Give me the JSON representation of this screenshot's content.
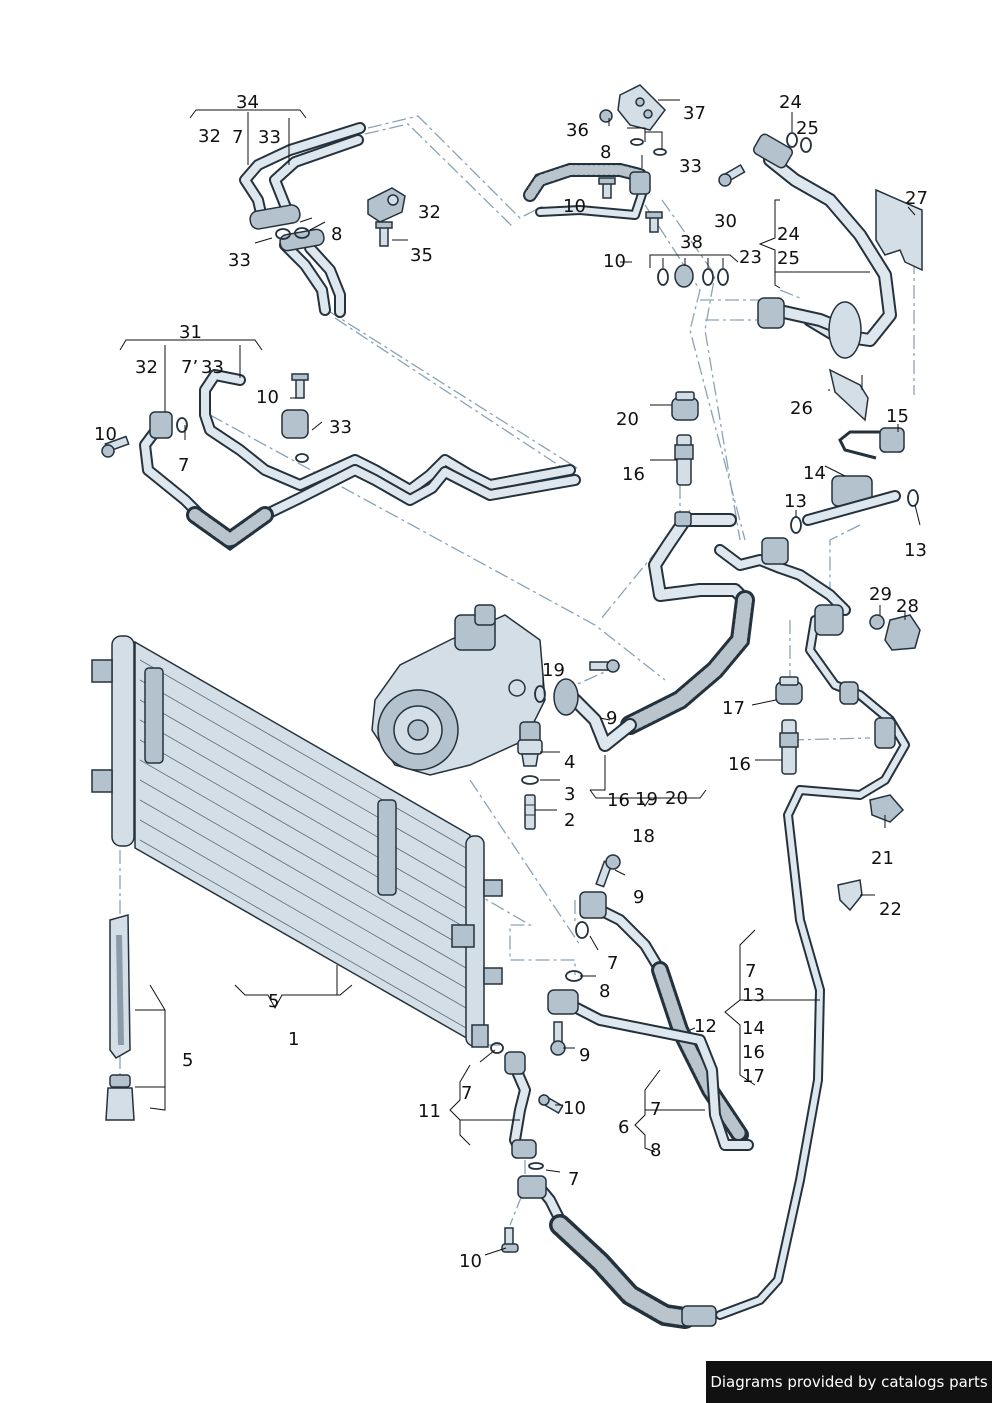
{
  "footer": {
    "text": "Diagrams provided by catalogs parts"
  },
  "labels": {
    "l34": "34",
    "l32a": "32",
    "l7a": "7",
    "l33a": "33",
    "l36": "36",
    "l37": "37",
    "l8a": "8",
    "l33b": "33",
    "l24a": "24",
    "l25a": "25",
    "l32b": "32",
    "l10a": "10",
    "l30": "30",
    "l27": "27",
    "l33c": "33",
    "l8b": "8",
    "l35": "35",
    "l10b": "10",
    "l38": "38",
    "l23": "23",
    "l24b": "24",
    "l25b": "25",
    "l31": "31",
    "l32c": "32",
    "l7b": "7’",
    "l33d": "33",
    "l10c": "10",
    "l10d": "10",
    "l33e": "33",
    "l7c": "7",
    "l20a": "20",
    "l26": "26",
    "l15": "15",
    "l16a": "16",
    "l14": "14",
    "l13a": "13",
    "l13b": "13",
    "l29": "29",
    "l28": "28",
    "l19": "19",
    "l9a": "9",
    "l17": "17",
    "l4": "4",
    "l16b": "16",
    "l3": "3",
    "l2": "2",
    "l16c": "16",
    "l19b": "19",
    "l20b": "20",
    "l18": "18",
    "l21": "21",
    "l9b": "9",
    "l22": "22",
    "l7d": "7",
    "l7e": "7",
    "l8c": "8",
    "l13c": "13",
    "l5a": "5",
    "l12": "12",
    "l14b": "14",
    "l1": "1",
    "l9c": "9",
    "l16d": "16",
    "l5b": "5",
    "l17b": "17",
    "l11": "11",
    "l7f": "7",
    "l10e": "10",
    "l7g": "7",
    "l6": "6",
    "l8d": "8",
    "l7h": "7",
    "l10f": "10"
  },
  "colors": {
    "line": "#24323d",
    "part_fill": "#d4dee7",
    "dash": "#8aa3b8",
    "footer_bg": "#111111"
  }
}
